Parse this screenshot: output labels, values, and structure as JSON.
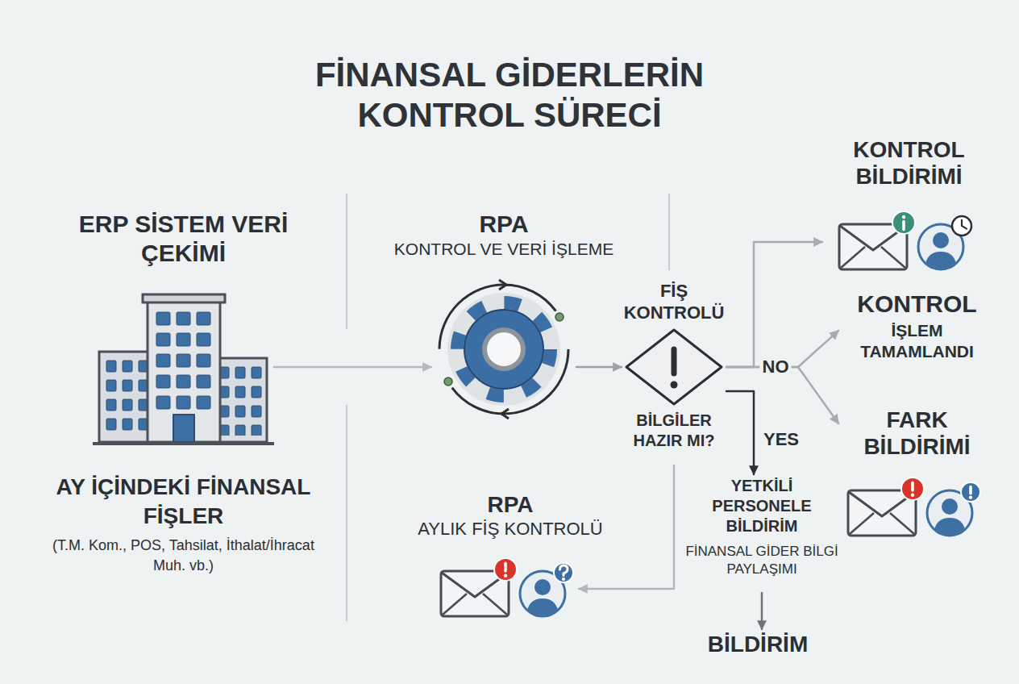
{
  "diagram": {
    "title": "FİNANSAL GİDERLERİN KONTROL SÜRECİ",
    "nodes": [
      {
        "text": [
          "ERP SİSTEM VERİ ÇEKİMİ",
          "AY İÇİNDEKİ FİNANSAL FİŞLER",
          "(T.M. Kom., POS, Tahsilat, İthalat/İhracat Muh. vb.)"
        ]
      },
      {
        "text": [
          "RPA",
          "KONTROL VE VERİ İŞLEME"
        ]
      },
      {
        "text": [
          "RPA",
          "AYLIK FİŞ KONTROLÜ"
        ]
      },
      {
        "text": [
          "FİŞ KONTROLÜ",
          "BİLGİLER HAZIR MI?"
        ]
      },
      {
        "text": [
          "KONTROL BİLDİRİMİ"
        ]
      },
      {
        "text": [
          "KONTROL",
          "İŞLEM TAMAMLANDI"
        ]
      },
      {
        "text": [
          "FARK BİLDİRİMİ"
        ]
      },
      {
        "text": [
          "YETKİLİ PERSONELE BİLDİRİM",
          "FİNANSAL GİDER BİLGİ PAYLAŞIMI"
        ]
      },
      {
        "text": [
          "BİLDİRİM"
        ]
      }
    ],
    "edges": [
      {
        "from": 0,
        "to": 1,
        "arrow": "to"
      },
      {
        "from": 1,
        "to": 3,
        "arrow": "to"
      },
      {
        "from": 3,
        "to": 4,
        "arrow": "to"
      },
      {
        "from": 3,
        "to": 5,
        "label": "NO",
        "arrow": "to"
      },
      {
        "from": 3,
        "to": 6,
        "arrow": "to"
      },
      {
        "from": 3,
        "to": 7,
        "label": "YES",
        "arrow": "to"
      },
      {
        "from": 7,
        "to": 8,
        "arrow": "to"
      },
      {
        "from": 3,
        "to": 2,
        "arrow": "to"
      }
    ]
  }
}
